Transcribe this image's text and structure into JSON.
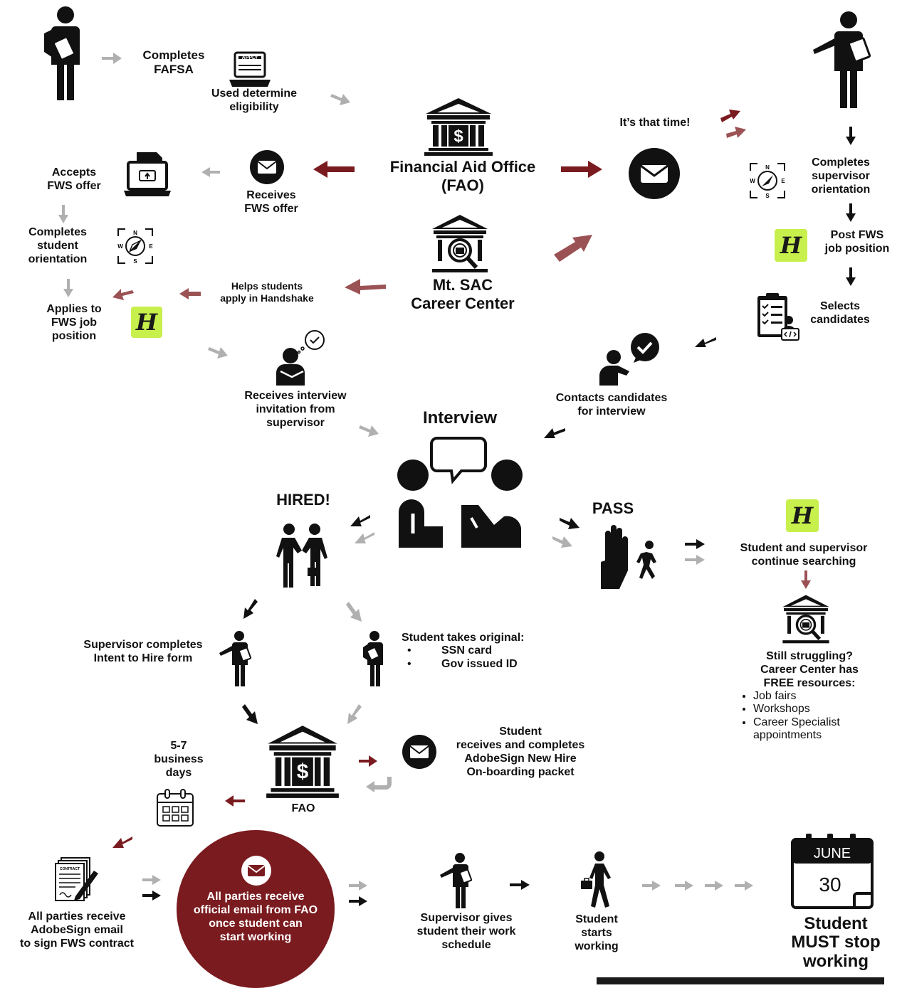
{
  "colors": {
    "dark_red": "#7a1b1f",
    "arrow_red": "#9b5254",
    "arrow_gray": "#b0b0b0",
    "black": "#111111",
    "handshake_green": "#c7f04c"
  },
  "labels": {
    "completes_fafsa": "Completes\nFAFSA",
    "apply": "APPLY",
    "used_determine": "Used determine\neligibility",
    "fao_title": "Financial Aid Office\n(FAO)",
    "its_that_time": "It’s that time!",
    "completes_supervisor_orientation": "Completes\nsupervisor\norientation",
    "post_fws": "Post FWS\njob position",
    "selects_candidates": "Selects\ncandidates",
    "accepts_fws": "Accepts\nFWS offer",
    "receives_fws": "Receives\nFWS offer",
    "completes_student_orientation": "Completes\nstudent\norientation",
    "applies_to": "Applies to\nFWS job\nposition",
    "helps_students": "Helps students\napply in Handshake",
    "career_center": "Mt. SAC\nCareer Center",
    "receives_interview": "Receives interview\ninvitation from\nsupervisor",
    "contacts_candidates": "Contacts candidates\nfor interview",
    "interview": "Interview",
    "hired": "HIRED!",
    "pass": "PASS",
    "continue_searching": "Student and supervisor\ncontinue searching",
    "still_struggling": "Still struggling?\nCareer Center has\nFREE resources:",
    "resources": [
      "Job fairs",
      "Workshops",
      "Career Specialist\n  appointments"
    ],
    "supervisor_intent": "Supervisor completes\nIntent to Hire form",
    "student_takes": "Student takes original:",
    "student_takes_items": [
      "SSN card",
      "Gov issued ID"
    ],
    "business_days": "5-7\nbusiness\ndays",
    "fao_small": "FAO",
    "student_receives": "Student\nreceives and completes\nAdobeSign New Hire\nOn-boarding packet",
    "adobesign_email": "All parties receive\nAdobeSign email\nto sign FWS contract",
    "contract": "CONTRACT",
    "official_email": "All parties receive\nofficial email from FAO\nonce student can\nstart  working",
    "work_schedule": "Supervisor gives\nstudent their work\nschedule",
    "starts_working": "Student\nstarts\nworking",
    "june": "JUNE",
    "day": "30",
    "must_stop": "Student\nMUST stop\nworking",
    "handshake_letter": "H",
    "compass_n": "N",
    "compass_s": "S",
    "compass_e": "E",
    "compass_w": "W"
  }
}
